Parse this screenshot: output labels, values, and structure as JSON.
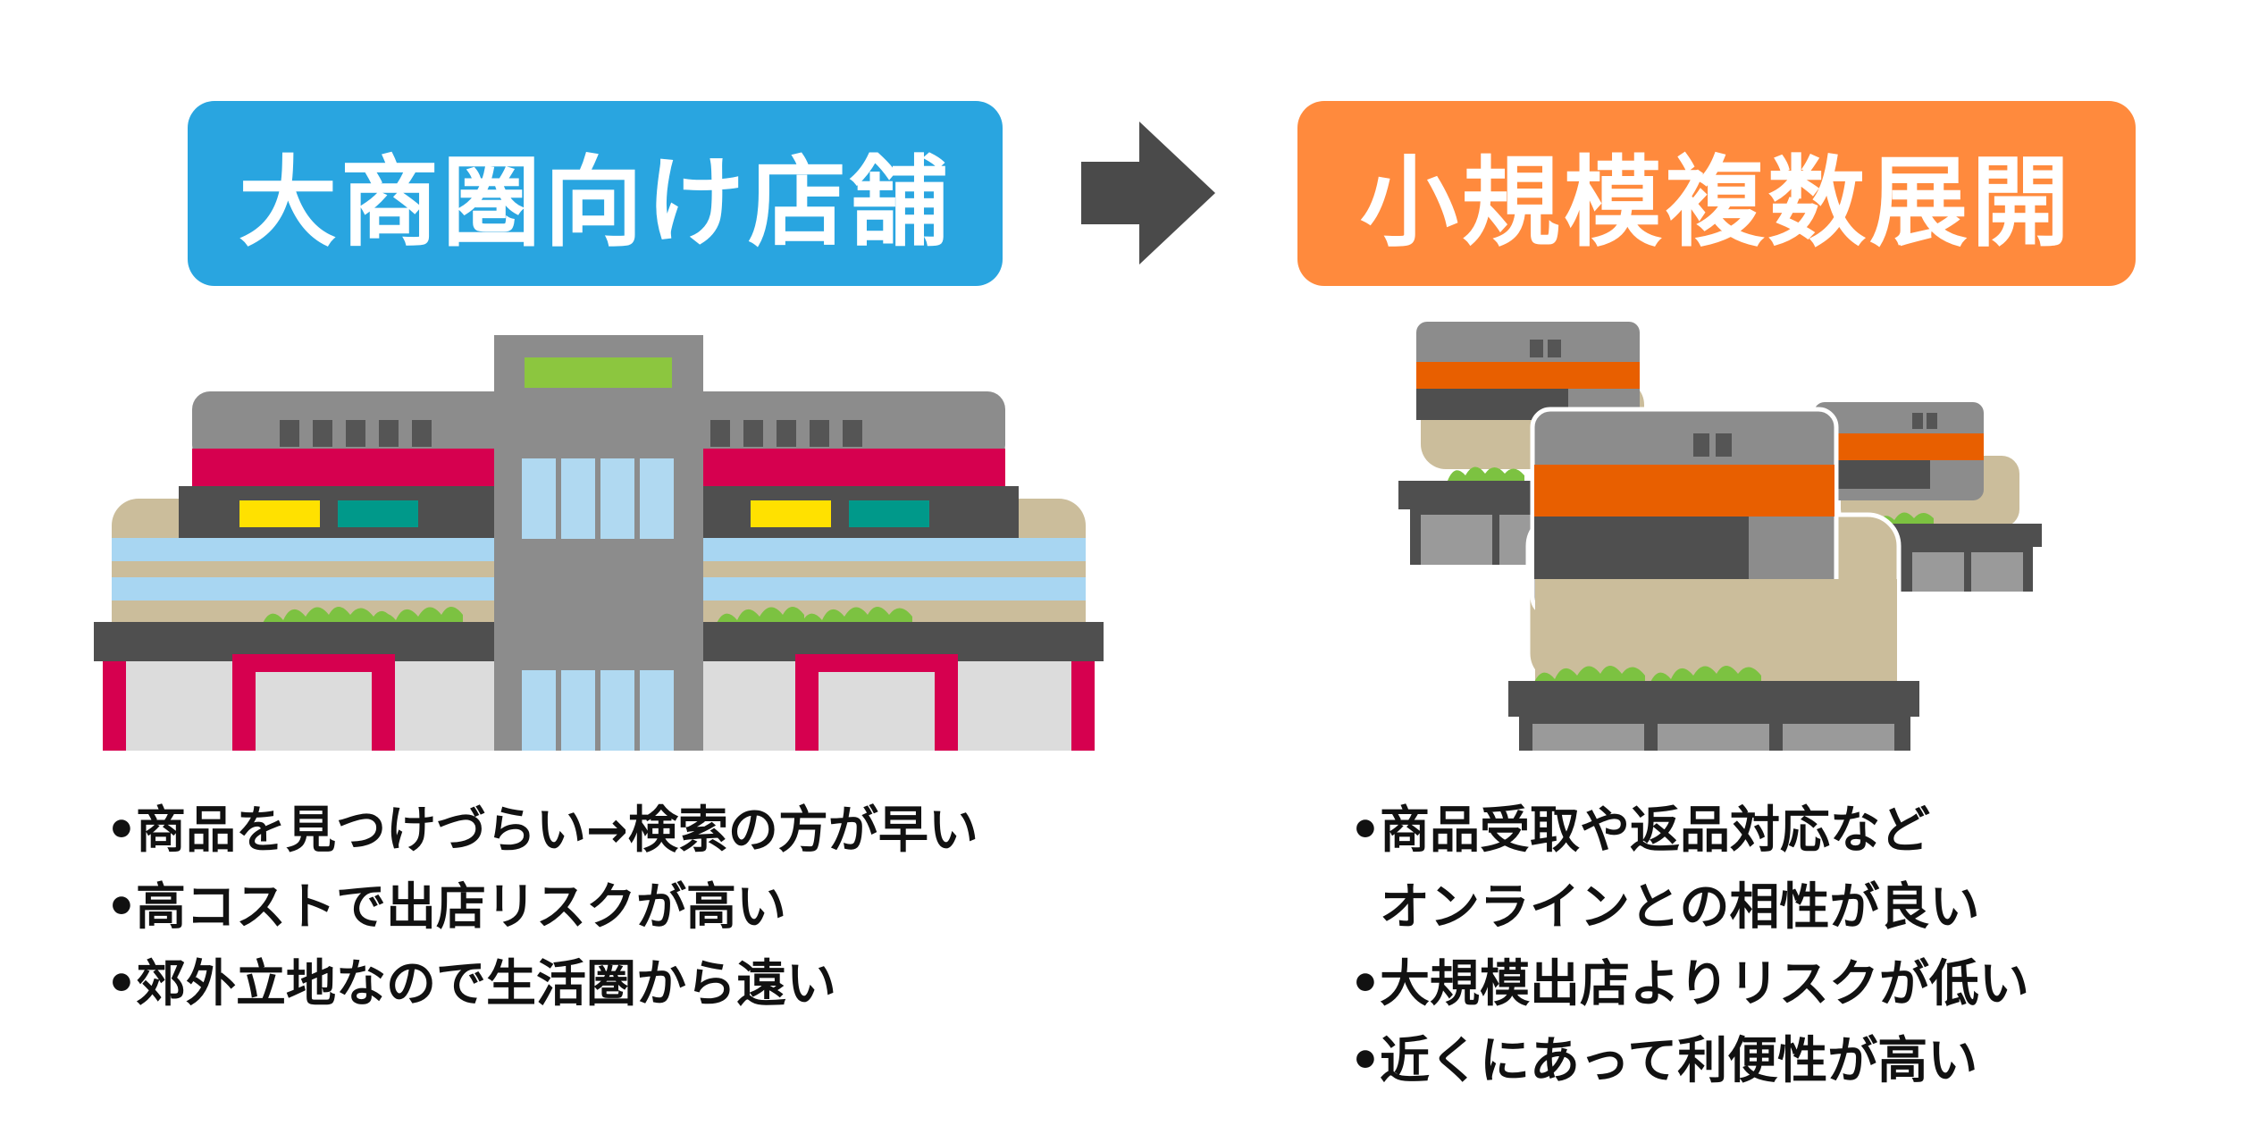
{
  "left_panel": {
    "title": "大商圏向け店舗",
    "illustration": "large-store-icon",
    "bullets": [
      "商品を見つけづらい→検索の方が早い",
      "高コストで出店リスクが高い",
      "郊外立地なので生活圏から遠い"
    ]
  },
  "right_panel": {
    "title": "小規模複数展開",
    "illustration": "small-stores-icon",
    "bullets": [
      [
        "商品受取や返品対応など",
        "オンラインとの相性が良い"
      ],
      "大規模出店よりリスクが低い",
      "近くにあって利便性が高い"
    ]
  },
  "arrow_icon": "right-arrow-icon",
  "bullet_mark": "•",
  "colors": {
    "left_title_bg": "#29a5e0",
    "right_title_bg": "#ff8a3d",
    "title_text": "#ffffff",
    "arrow": "#4a4a4a",
    "body_text": "#111111"
  }
}
